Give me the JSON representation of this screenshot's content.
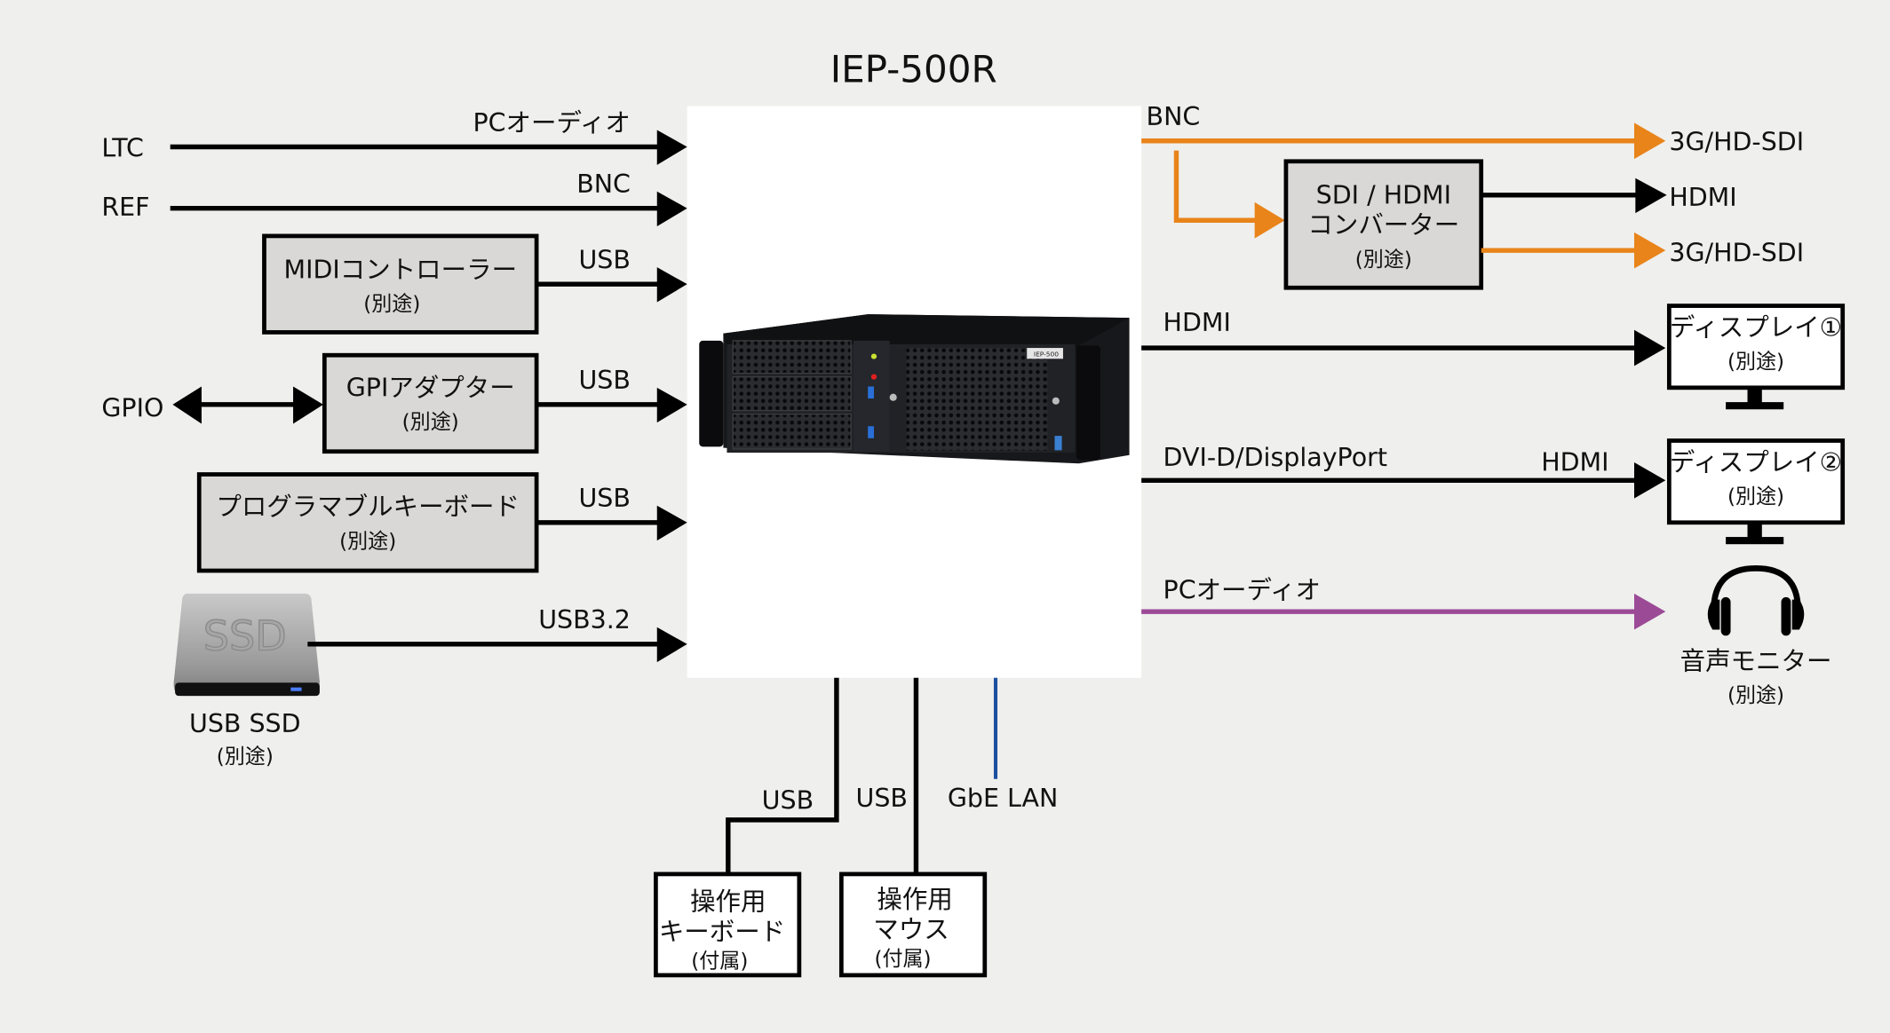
{
  "title": "IEP-500R",
  "colors": {
    "background": "#efefed",
    "black_signal": "#000000",
    "sdi": "#e8841a",
    "audio": "#9b4a96",
    "lan": "#1c4fa0",
    "box_fill": "#d9d8d6"
  },
  "device": {
    "name": "IEP-500R",
    "front_label": "IEP-500",
    "image": "rack-server-chassis"
  },
  "inputs": [
    {
      "source": "LTC",
      "connector": "PCオーディオ",
      "direction": "in"
    },
    {
      "source": "REF",
      "connector": "BNC",
      "direction": "in"
    },
    {
      "source": "MIDIコントローラー",
      "note": "(別途)",
      "connector": "USB",
      "direction": "in"
    },
    {
      "source": "GPIアダプター",
      "note": "(別途)",
      "connector": "USB",
      "direction": "in",
      "upstream": "GPIO",
      "upstream_direction": "bidirectional"
    },
    {
      "source": "プログラマブルキーボード",
      "note": "(別途)",
      "connector": "USB",
      "direction": "in"
    },
    {
      "source": "USB SSD",
      "note": "(別途)",
      "connector": "USB3.2",
      "direction": "in",
      "icon": "ssd-icon",
      "icon_text": "SSD"
    }
  ],
  "outputs": {
    "bnc": {
      "connector": "BNC",
      "direct_target": "3G/HD-SDI",
      "converter": {
        "name_line1": "SDI / HDMI",
        "name_line2": "コンバーター",
        "note": "(別途)"
      },
      "converter_outputs": [
        "HDMI",
        "3G/HD-SDI"
      ]
    },
    "display1": {
      "connector": "HDMI",
      "target": "ディスプレイ①",
      "note": "(別途)"
    },
    "display2": {
      "connector": "DVI-D/DisplayPort",
      "target_connector": "HDMI",
      "target": "ディスプレイ②",
      "note": "(別途)"
    },
    "audio": {
      "connector": "PCオーディオ",
      "target": "音声モニター",
      "note": "(別途)"
    }
  },
  "bottom": {
    "keyboard": {
      "connector": "USB",
      "line1": "操作用",
      "line2": "キーボード",
      "note": "(付属)"
    },
    "mouse": {
      "connector": "USB",
      "line1": "操作用",
      "line2": "マウス",
      "note": "(付属)"
    },
    "lan": {
      "connector": "GbE LAN"
    }
  }
}
